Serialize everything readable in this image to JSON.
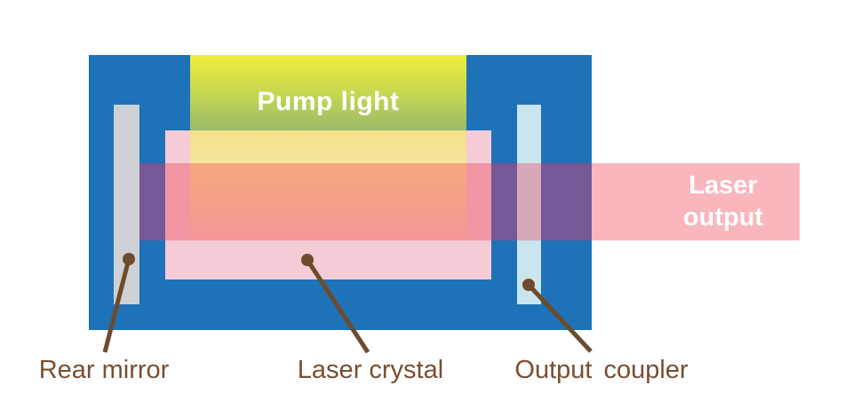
{
  "diagram": {
    "cavity": {
      "fill": "#1e72b8"
    },
    "pump_light": {
      "label": "Pump light",
      "text_color": "#ffffff",
      "gradient_top": "#f0ee3c",
      "gradient_bottom": "#9bb96a",
      "through_crystal_fill": "#f5e495"
    },
    "laser_output": {
      "line1": "Laser",
      "line2": "output",
      "text_color": "#ffffff",
      "beam_color": "#f9b6bd"
    },
    "rear_mirror": {
      "label": "Rear mirror",
      "fill": "#ced1d5"
    },
    "laser_crystal": {
      "label": "Laser crystal",
      "fill": "#f4cbd7"
    },
    "output_coupler": {
      "label": "Output coupler",
      "fill": "#cbe5ef"
    },
    "intracavity_beam": {
      "over_cavity_fill": "#745996",
      "over_crystal_fill": "#f296a3",
      "over_pump_fill_top": "#f6a87d",
      "over_pump_fill_bottom": "#f49898",
      "over_coupler_fill": "#d8a8b8"
    },
    "annotations": {
      "text_color": "#7a4e30",
      "line_color": "#6d4b2c"
    }
  }
}
